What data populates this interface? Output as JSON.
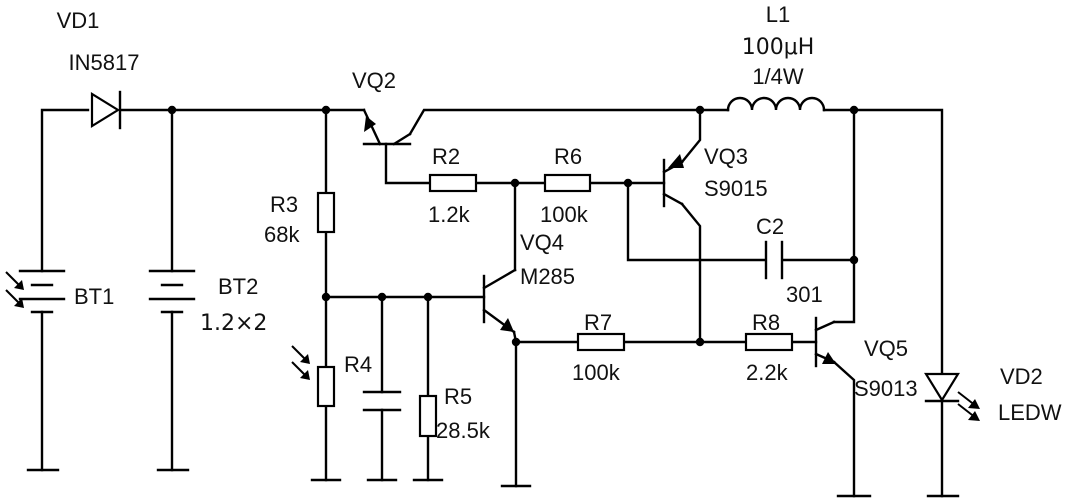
{
  "components": {
    "vd1": {
      "name": "VD1",
      "value": "IN5817"
    },
    "l1": {
      "name": "L1",
      "value": "100μH",
      "rating": "1/4W"
    },
    "vq2": {
      "name": "VQ2"
    },
    "vq3": {
      "name": "VQ3",
      "value": "S9015"
    },
    "vq4": {
      "name": "VQ4",
      "value": "M285"
    },
    "vq5": {
      "name": "VQ5",
      "value": "S9013"
    },
    "r2": {
      "name": "R2",
      "value": "1.2k"
    },
    "r3": {
      "name": "R3",
      "value": "68k"
    },
    "r4": {
      "name": "R4"
    },
    "r5": {
      "name": "R5",
      "value": "28.5k"
    },
    "r6": {
      "name": "R6",
      "value": "100k"
    },
    "r7": {
      "name": "R7",
      "value": "100k"
    },
    "r8": {
      "name": "R8",
      "value": "2.2k"
    },
    "c2": {
      "name": "C2",
      "value": "301"
    },
    "bt1": {
      "name": "BT1"
    },
    "bt2": {
      "name": "BT2",
      "value": "1.2×2"
    },
    "vd2": {
      "name": "VD2",
      "value": "LEDW"
    }
  },
  "colors": {
    "ink": "#000000",
    "paper": "#ffffff"
  }
}
